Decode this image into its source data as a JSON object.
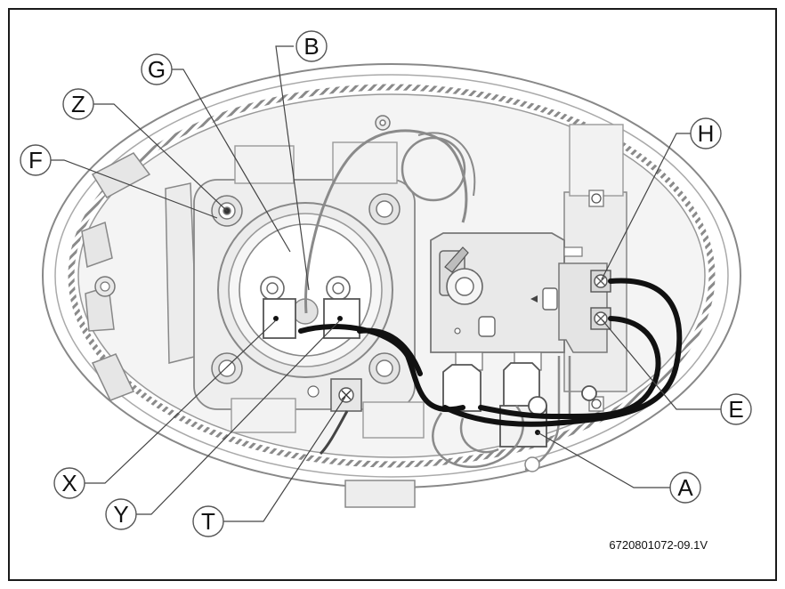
{
  "callouts": {
    "B": "B",
    "G": "G",
    "Z": "Z",
    "F": "F",
    "H": "H",
    "E": "E",
    "A": "A",
    "X": "X",
    "Y": "Y",
    "T": "T"
  },
  "reference_code": "6720801072-09.1V",
  "colors": {
    "frame": "#1a1a1a",
    "line_art": "#777777",
    "fill_light": "#f1f1f1",
    "fill_mid": "#dcdcdc",
    "cable": "#111111"
  }
}
